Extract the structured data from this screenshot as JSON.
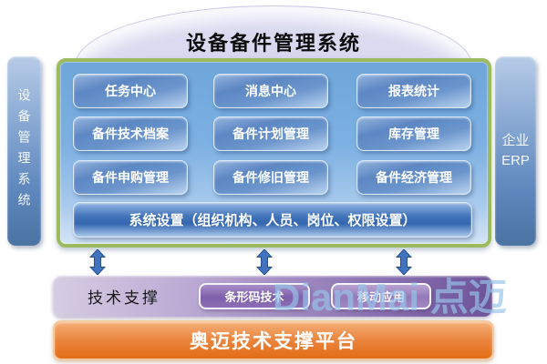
{
  "title": "设备备件管理系统",
  "left_pillar": {
    "label": "设备管理系统"
  },
  "right_pillar": {
    "line1": "企业",
    "line2": "ERP"
  },
  "modules": {
    "items": [
      {
        "label": "任务中心"
      },
      {
        "label": "消息中心"
      },
      {
        "label": "报表统计"
      },
      {
        "label": "备件技术档案"
      },
      {
        "label": "备件计划管理"
      },
      {
        "label": "库存管理"
      },
      {
        "label": "备件申购管理"
      },
      {
        "label": "备件修旧管理"
      },
      {
        "label": "备件经济管理"
      }
    ],
    "settings_bar": "系统设置（组织机构、人员、岗位、权限设置）"
  },
  "tech_support": {
    "label": "技术支撑",
    "buttons": [
      {
        "label": "条形码技术"
      },
      {
        "label": "移动应用"
      }
    ]
  },
  "platform_bar": {
    "label": "奥迈技术支撑平台"
  },
  "watermark": "DianMai 点迈",
  "colors": {
    "frame_border_green": "#9cbb5e",
    "frame_fill_blue": "#7db0e2",
    "module_button_blue": "#5d87c3",
    "settings_bar_blue": "#3f71b8",
    "pillar_blue": "#5d86bc",
    "ellipse_lavender": "#d9d9f0",
    "tech_bar_purple": "#8a70b0",
    "tech_button_purple": "#7e5faa",
    "platform_orange": "#ea8640",
    "arrow_blue": "#4273bf",
    "watermark_blue": "#98c4e9"
  }
}
